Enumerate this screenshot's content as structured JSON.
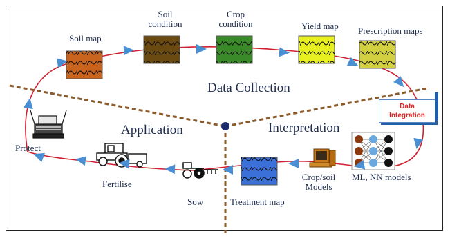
{
  "collection": {
    "title": "Data Collection",
    "maps": [
      {
        "label": "Soil map",
        "color": "#c8641e"
      },
      {
        "label": "Soil condition",
        "color": "#6a4a10"
      },
      {
        "label": "Crop condition",
        "color": "#3a8a2a"
      },
      {
        "label": "Yield map",
        "color": "#e8f020"
      },
      {
        "label": "Prescription maps",
        "color": "#d2d040"
      }
    ]
  },
  "interpretation": {
    "title": "Interpretation",
    "data_integration": "Data Integration",
    "ml_models": "ML, NN models",
    "crop_soil_models": "Crop/soil Models",
    "treatment_map": "Treatment map",
    "treatment_color": "#3a70d8"
  },
  "application": {
    "title": "Application",
    "steps": [
      "Sow",
      "Fertilise",
      "Protect"
    ]
  },
  "colors": {
    "cycle_line": "#d02030",
    "arrow": "#4a8fd4",
    "divider": "#8b5a2b",
    "center_dot": "#1a2a6a"
  }
}
